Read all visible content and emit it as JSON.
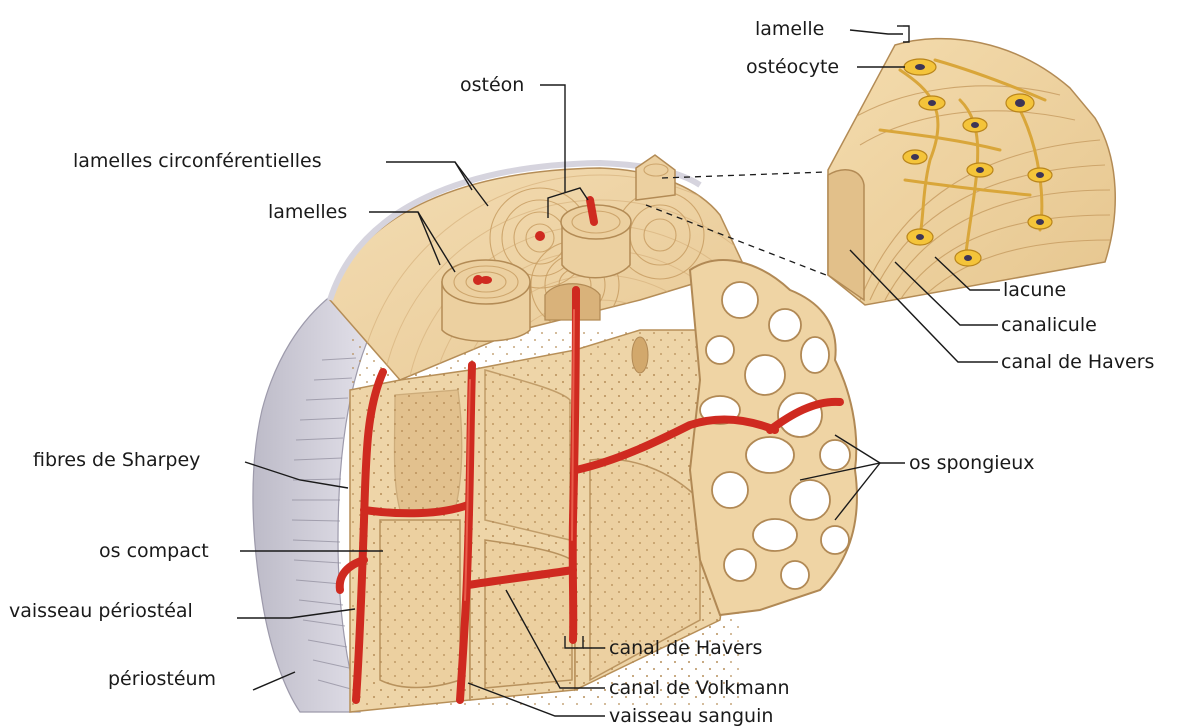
{
  "labels": {
    "osteon": "ostéon",
    "lamelles_circ": "lamelles circonférentielles",
    "lamelles": "lamelles",
    "fibres_sharpey": "fibres de Sharpey",
    "os_compact": "os compact",
    "vaisseau_periosteal": "vaisseau périostéal",
    "periosteum": "périostéum",
    "canal_havers_bottom": "canal de Havers",
    "canal_volkmann": "canal de Volkmann",
    "vaisseau_sanguin": "vaisseau sanguin",
    "os_spongieux": "os spongieux",
    "lamelle": "lamelle",
    "osteocyte": "ostéocyte",
    "lacune": "lacune",
    "canalicule": "canalicule",
    "canal_havers_inset": "canal de Havers"
  },
  "colors": {
    "bone": "#eed5a8",
    "bone_shadow": "#d9b27a",
    "vessel": "#cf2a20",
    "periosteum": "#d6d4de",
    "osteocyte": "#f4c43a"
  }
}
